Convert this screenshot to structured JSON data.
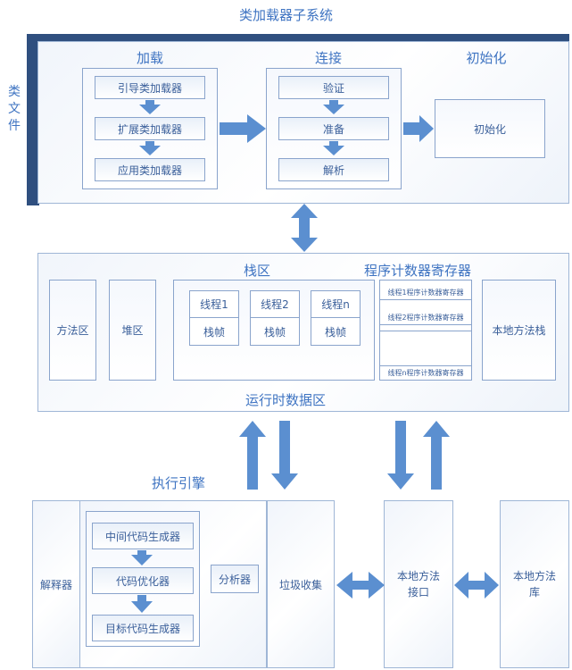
{
  "title": "类加载器子系统",
  "classloader": {
    "side_label": [
      "类",
      "文",
      "件"
    ],
    "load": {
      "title": "加载",
      "items": [
        "引导类加载器",
        "扩展类加载器",
        "应用类加载器"
      ]
    },
    "link": {
      "title": "连接",
      "items": [
        "验证",
        "准备",
        "解析"
      ]
    },
    "init": {
      "title": "初始化",
      "box": "初始化"
    }
  },
  "runtime": {
    "title": "运行时数据区",
    "method_area": "方法区",
    "heap": "堆区",
    "stack": {
      "title": "栈区",
      "threads": [
        {
          "name": "线程1",
          "frame": "栈帧"
        },
        {
          "name": "线程2",
          "frame": "栈帧"
        },
        {
          "name": "线程n",
          "frame": "栈帧"
        }
      ]
    },
    "pc": {
      "title": "程序计数器寄存器",
      "items": [
        "线程1程序计数器寄存器",
        "线程2程序计数器寄存器",
        "线程n程序计数器寄存器"
      ]
    },
    "native_stack": "本地方法栈"
  },
  "engine": {
    "title": "执行引擎",
    "interpreter": "解释器",
    "jit": [
      "中间代码生成器",
      "代码优化器",
      "目标代码生成器"
    ],
    "profiler": "分析器",
    "gc": "垃圾收集"
  },
  "native_interface": "本地方法接口",
  "native_library": "本地方法库",
  "colors": {
    "arrow": "#5b8fd0",
    "border": "#8aa4cc",
    "text": "#3a5f9a",
    "title": "#3f74c2",
    "bar3d": "#2f4f7f"
  }
}
